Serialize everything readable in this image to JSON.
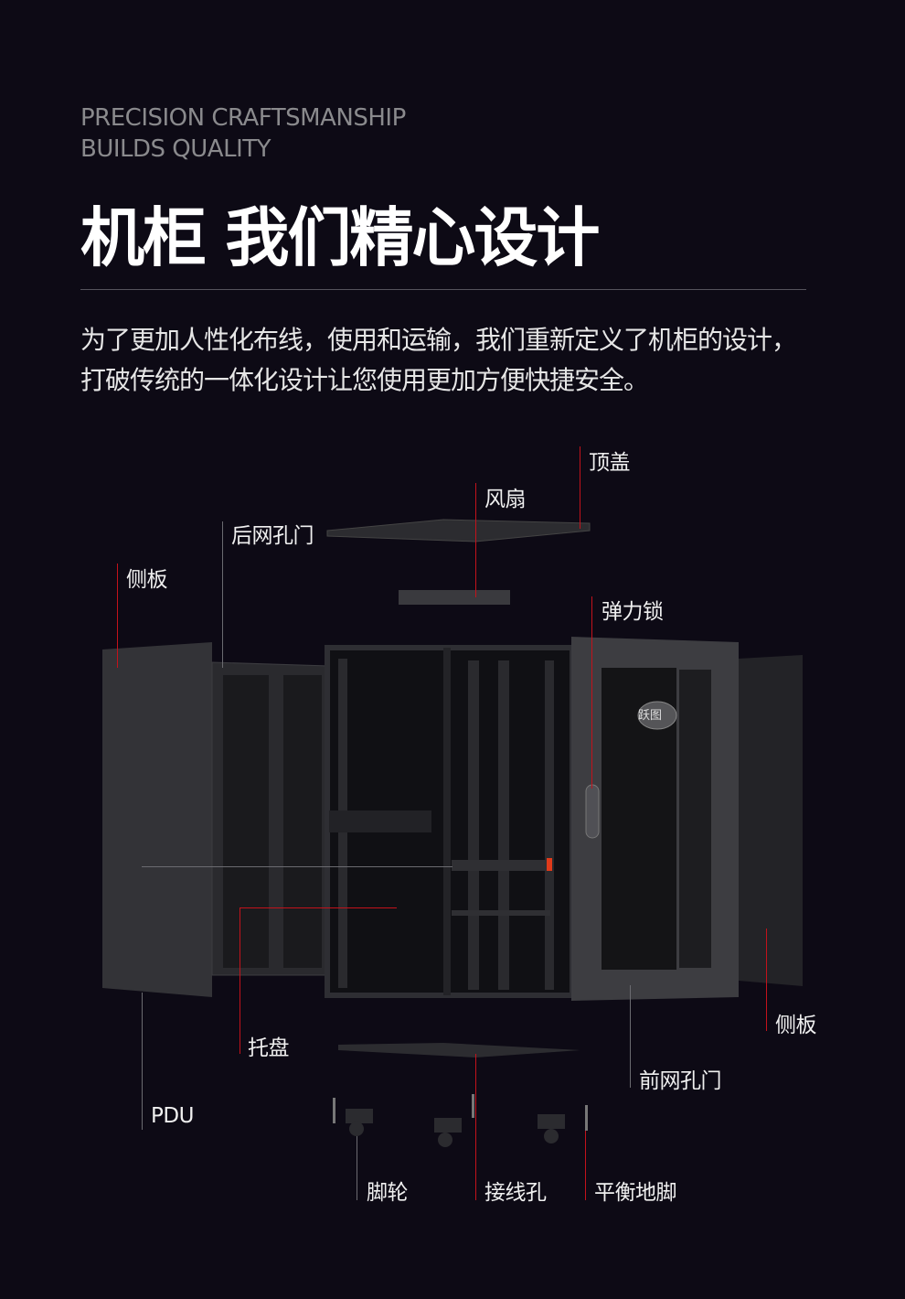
{
  "header": {
    "subtitle_line1": "PRECISION CRAFTSMANSHIP",
    "subtitle_line2": "BUILDS QUALITY",
    "title": "机柜 我们精心设计",
    "description_line1": "为了更加人性化布线，使用和运输，我们重新定义了机柜的设计，",
    "description_line2": "打破传统的一体化设计让您使用更加方便快捷安全。"
  },
  "diagram": {
    "labels": {
      "top_cover": "顶盖",
      "fan": "风扇",
      "rear_mesh_door": "后网孔门",
      "side_panel_left": "侧板",
      "spring_lock": "弹力锁",
      "side_panel_right": "侧板",
      "tray": "托盘",
      "pdu": "PDU",
      "front_mesh_door": "前网孔门",
      "casters": "脚轮",
      "cable_hole": "接线孔",
      "leveling_feet": "平衡地脚"
    },
    "door_logo": "跃图",
    "colors": {
      "background": "#0d0a15",
      "accent_line": "#c3121b",
      "neutral_line": "#6b6b70"
    }
  }
}
